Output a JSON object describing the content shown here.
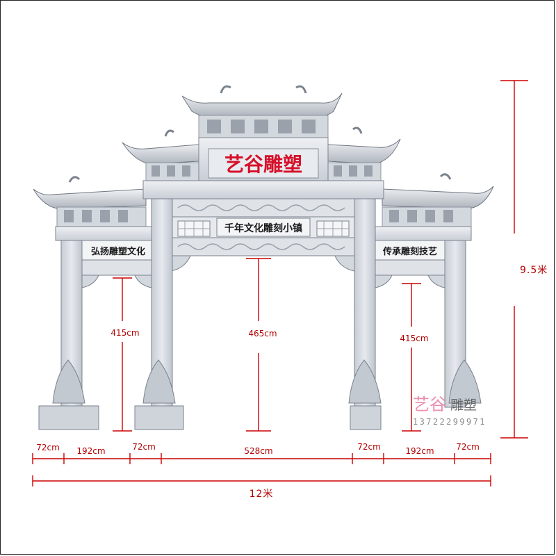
{
  "gate": {
    "main_plaque": "艺谷雕塑",
    "center_plaque": "千年文化雕刻小镇",
    "left_plaque": "弘扬雕塑文化",
    "right_plaque": "传承雕刻技艺"
  },
  "dimensions": {
    "overall_height": "9.5米",
    "overall_width": "12米",
    "left_opening_height": "415cm",
    "center_opening_height": "465cm",
    "right_opening_height": "415cm",
    "segments": [
      "72cm",
      "192cm",
      "72cm",
      "528cm",
      "72cm",
      "192cm",
      "72cm"
    ]
  },
  "watermark": {
    "brand": "艺谷",
    "name": "雕塑",
    "phone": "13722299971"
  },
  "colors": {
    "dimension_line": "#cc0000",
    "title_text": "#d6102a",
    "stone": "#d9dde3"
  }
}
